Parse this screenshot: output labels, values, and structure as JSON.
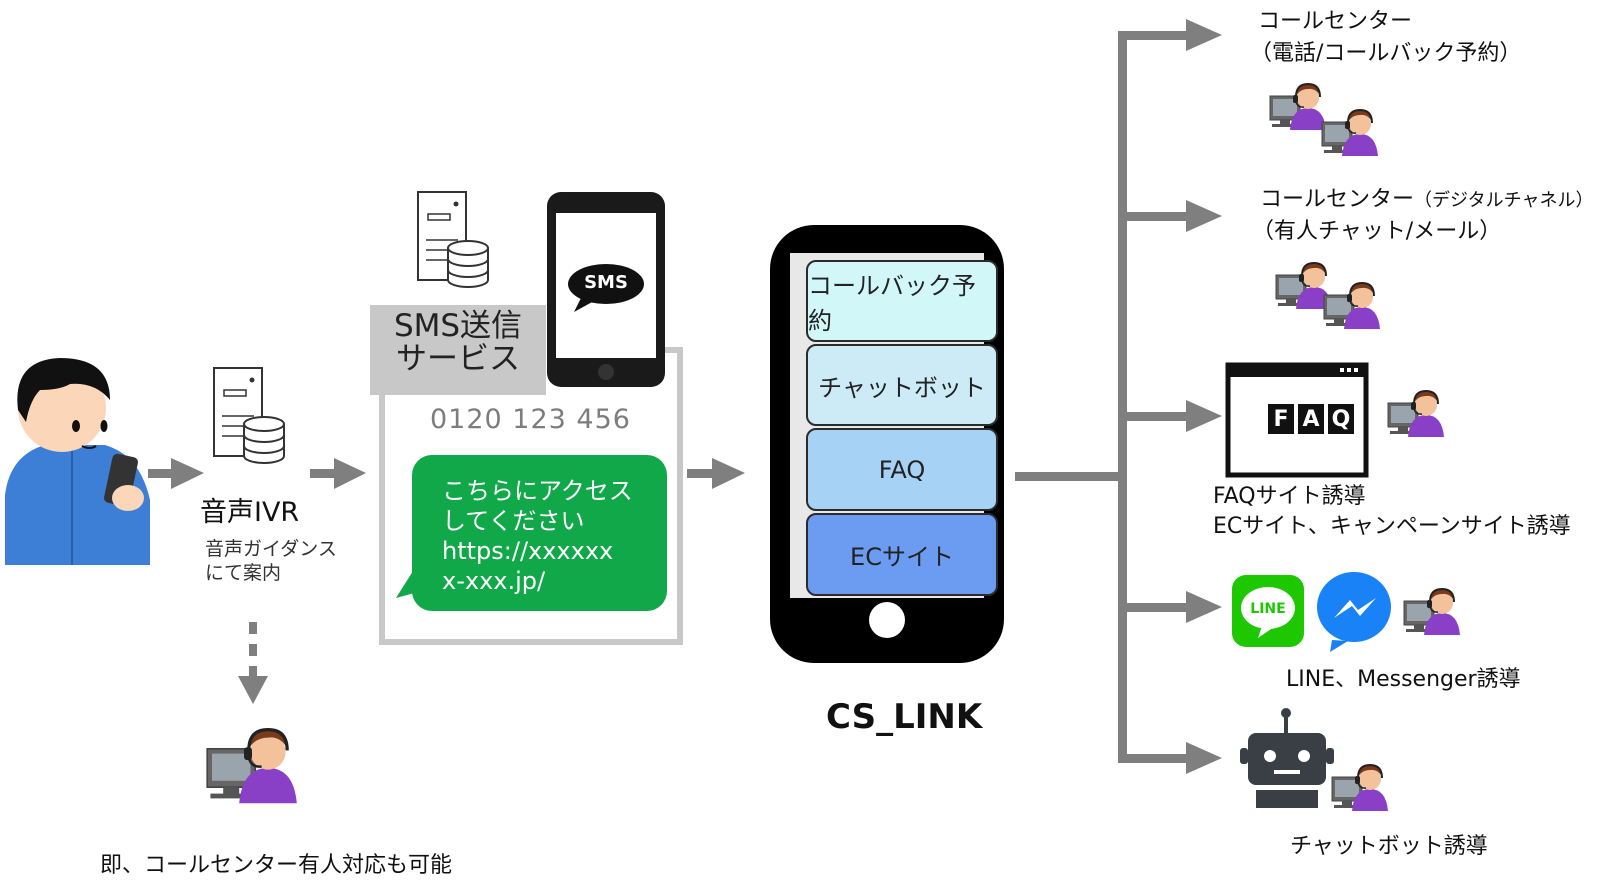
{
  "ivr": {
    "label": "音声IVR",
    "sub": "音声ガイダンス\nにて案内"
  },
  "escalation": {
    "label": "即、コールセンター有人対応も可能"
  },
  "sms": {
    "service_label": "SMS送信\nサービス",
    "phone_icon_text": "SMS",
    "number": "0120 123 456",
    "bubble": "こちらにアクセス\nしてください\nhttps://xxxxxx\nx-xxx.jp/"
  },
  "cs_link": {
    "name": "CS_LINK",
    "menu": [
      {
        "label": "コールバック予約",
        "color": "#d2f7f9"
      },
      {
        "label": "チャットボット",
        "color": "#cdeaf7"
      },
      {
        "label": "FAQ",
        "color": "#a6d3f5"
      },
      {
        "label": "ECサイト",
        "color": "#6c9cf2"
      }
    ]
  },
  "channels": {
    "callcenter_phone": {
      "line1": "コールセンター",
      "line2": "（電話/コールバック予約）"
    },
    "callcenter_digital": {
      "line1a": "コールセンター",
      "line1b": "（デジタルチャネル）",
      "line2": "（有人チャット/メール）"
    },
    "faq": {
      "logo": [
        "F",
        "A",
        "Q"
      ],
      "line1": "FAQサイト誘導",
      "line2": "ECサイト、キャンペーンサイト誘導"
    },
    "messaging": {
      "line_logo": "LINE",
      "label": "LINE、Messenger誘導"
    },
    "chatbot": {
      "label": "チャットボット誘導"
    }
  },
  "colors": {
    "arrow": "#7f7f7f",
    "sms_bubble": "#11a84a",
    "line_green": "#1ec800",
    "messenger_blue": "#1a82f7",
    "frame_gray": "#c8c8c8"
  },
  "icons": [
    "user-with-phone-icon",
    "server-icon",
    "operator-icon",
    "smartphone-icon",
    "browser-window-icon",
    "line-app-icon",
    "messenger-app-icon",
    "robot-icon"
  ]
}
